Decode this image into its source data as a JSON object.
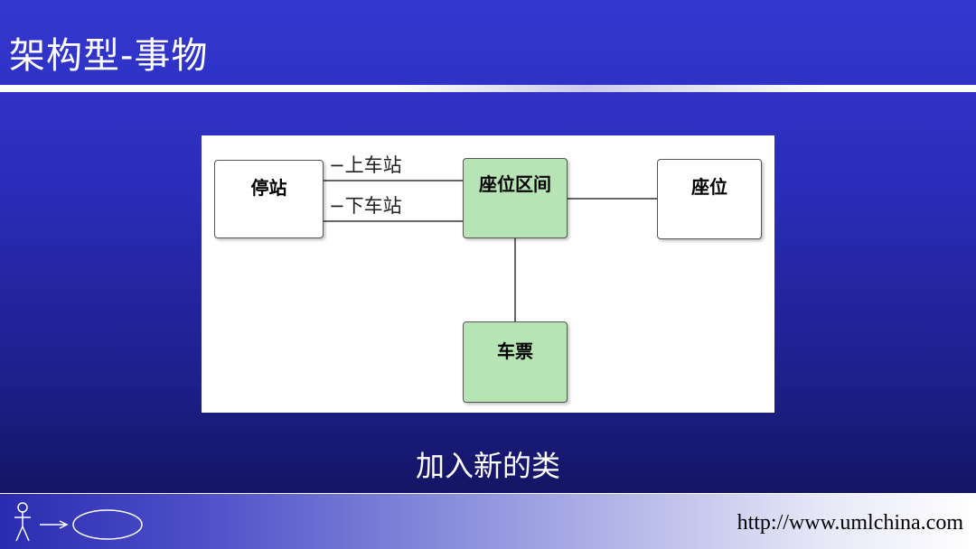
{
  "slide": {
    "title": "架构型-事物",
    "caption": "加入新的类",
    "footer_url": "http://www.umlchina.com"
  },
  "diagram": {
    "classes": {
      "stop": "停站",
      "seat_segment": "座位区间",
      "seat": "座位",
      "ticket": "车票"
    },
    "roles": {
      "boarding_station": "−上车站",
      "alighting_station": "−下车站"
    },
    "colors": {
      "entity_fill": "#ffffff",
      "new_class_fill": "#b7e4b5",
      "border": "#555555"
    }
  },
  "icons": {
    "logo": "stick-figure-arrow-usecase-icon"
  }
}
